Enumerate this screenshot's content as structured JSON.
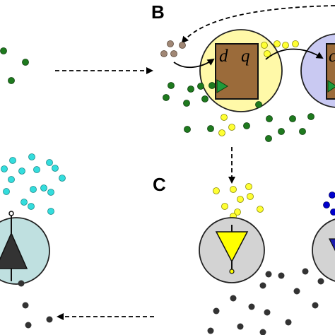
{
  "panels": {
    "b": {
      "letter": "B"
    },
    "c": {
      "letter": "C"
    }
  },
  "flip_flop": {
    "input_label": "d",
    "output_label": "q",
    "partial_label": "c"
  },
  "colors": {
    "background": "#ffffff",
    "flip_flop_cell": "#fff9a8",
    "next_cell": "#c9c9f2",
    "flip_flop_body": "#9b6b3a",
    "clock_triangle": "#1f9a3a",
    "cell_c_body": "#d3d3d3",
    "cell_a_body": "#bfe0e0",
    "buffer_yellow": "#ffff00",
    "buffer_blue": "#1a1ab0",
    "dark_gate": "#333333",
    "molecule_green": "#1e7a1e",
    "molecule_yellow": "#ffff33",
    "molecule_brown": "#a08775",
    "molecule_cyan": "#33dddd",
    "molecule_black": "#333333",
    "molecule_blue": "#0000cc"
  },
  "icons": [
    "flip-flop-icon",
    "clock-input-icon",
    "buffer-gate-icon",
    "dashed-arrow-icon"
  ]
}
